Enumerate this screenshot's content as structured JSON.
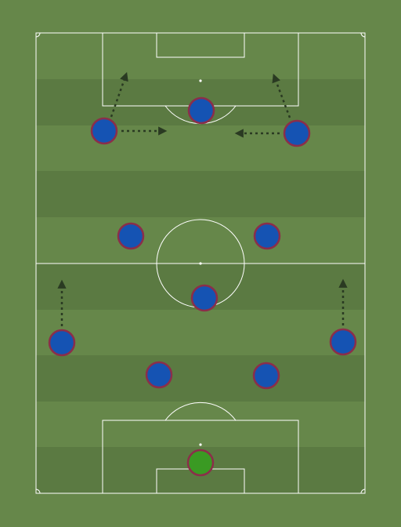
{
  "colors": {
    "pitch": "#66874a",
    "stripe_dark": "#5b7a42",
    "lines": "#ffffff",
    "player_fill": "#1553b3",
    "player_ring": "#8b2e4a",
    "goalkeeper_fill": "#3a9a23",
    "arrow": "#2a3a22"
  },
  "players": [
    {
      "id": "goalkeeper",
      "role": "goalkeeper"
    },
    {
      "id": "cb-left",
      "role": "outfield"
    },
    {
      "id": "cb-right",
      "role": "outfield"
    },
    {
      "id": "fb-left",
      "role": "outfield"
    },
    {
      "id": "fb-right",
      "role": "outfield"
    },
    {
      "id": "dm",
      "role": "outfield"
    },
    {
      "id": "cm-left",
      "role": "outfield"
    },
    {
      "id": "cm-right",
      "role": "outfield"
    },
    {
      "id": "winger-left",
      "role": "outfield"
    },
    {
      "id": "winger-right",
      "role": "outfield"
    },
    {
      "id": "striker",
      "role": "outfield"
    }
  ],
  "arrows": [
    {
      "from": "winger-left",
      "direction": "diagonal-forward"
    },
    {
      "from": "winger-left",
      "direction": "inside"
    },
    {
      "from": "winger-right",
      "direction": "diagonal-forward"
    },
    {
      "from": "winger-right",
      "direction": "inside"
    },
    {
      "from": "fb-left",
      "direction": "forward"
    },
    {
      "from": "fb-right",
      "direction": "forward"
    }
  ]
}
